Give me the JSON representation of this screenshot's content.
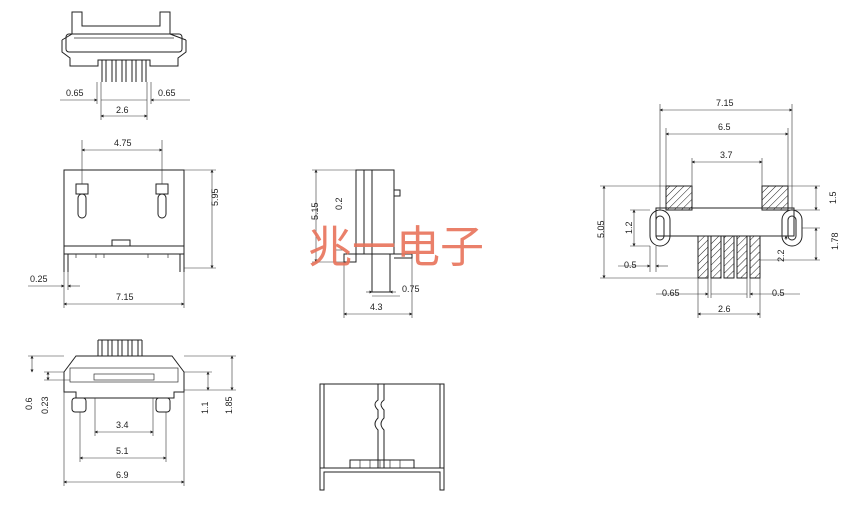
{
  "watermark": "兆一电子",
  "views": {
    "top_front": {
      "d1": "0.65",
      "d2": "0.65",
      "d3": "2.6"
    },
    "front": {
      "d1": "4.75",
      "d2": "5.95",
      "d3": "0.25",
      "d4": "7.15"
    },
    "side": {
      "d1": "5.15",
      "d2": "0.2",
      "d3": "0.75",
      "d4": "4.3"
    },
    "bottom": {
      "d1": "0.6",
      "d2": "0.23",
      "d3": "3.4",
      "d4": "5.1",
      "d5": "6.9",
      "d6": "1.1",
      "d7": "1.85"
    },
    "footprint": {
      "d1": "7.15",
      "d2": "6.5",
      "d3": "3.7",
      "d4": "1.5",
      "d5": "5.05",
      "d6": "1.2",
      "d7": "1.78",
      "d8": "2.2",
      "d9": "0.5",
      "d10": "0.65",
      "d11": "2.6",
      "d12": "0.5"
    }
  }
}
